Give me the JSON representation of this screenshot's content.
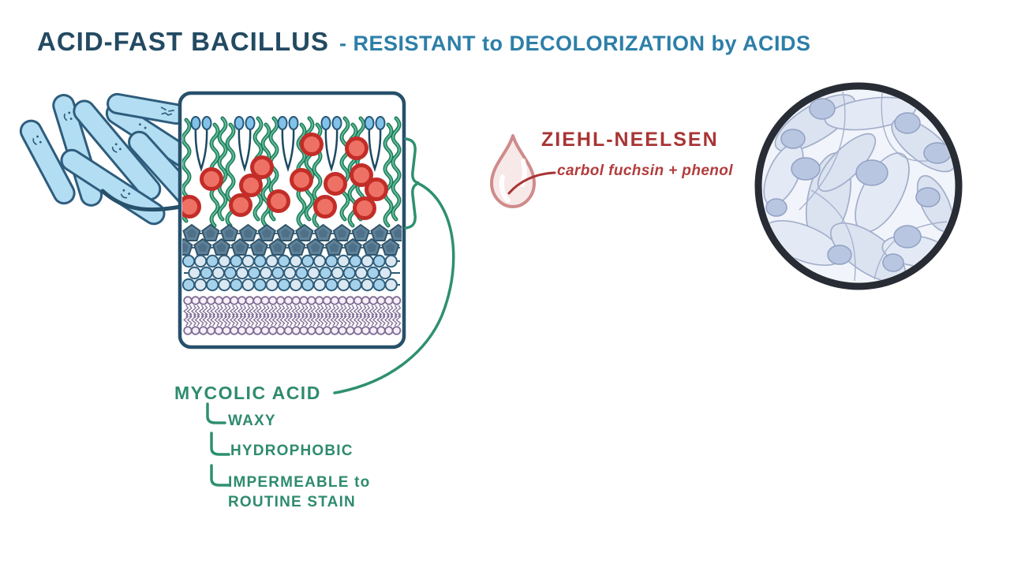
{
  "header": {
    "title": "ACID-FAST BACILLUS",
    "subtitle": "- RESISTANT to DECOLORIZATION by ACIDS"
  },
  "cell_wall": {
    "label": "MYCOLIC ACID",
    "properties": [
      {
        "label": "WAXY"
      },
      {
        "label": "HYDROPHOBIC"
      },
      {
        "label": "IMPERMEABLE to ROUTINE STAIN"
      }
    ]
  },
  "stain": {
    "name": "ZIEHL-NEELSEN",
    "composition": "carbol fuchsin + phenol"
  },
  "icons": {
    "droplet": "stain-droplet-icon",
    "microscope": "microscope-field-view",
    "bacteria": "acid-fast-bacilli-rods"
  },
  "colors": {
    "title_navy": "#234a62",
    "title_teal": "#2d7fa8",
    "mycolic_green": "#2e8b6e",
    "stain_red": "#a93434",
    "bacteria_blue": "#b3ddf2",
    "droplet_pink": "#f8e9e9"
  }
}
